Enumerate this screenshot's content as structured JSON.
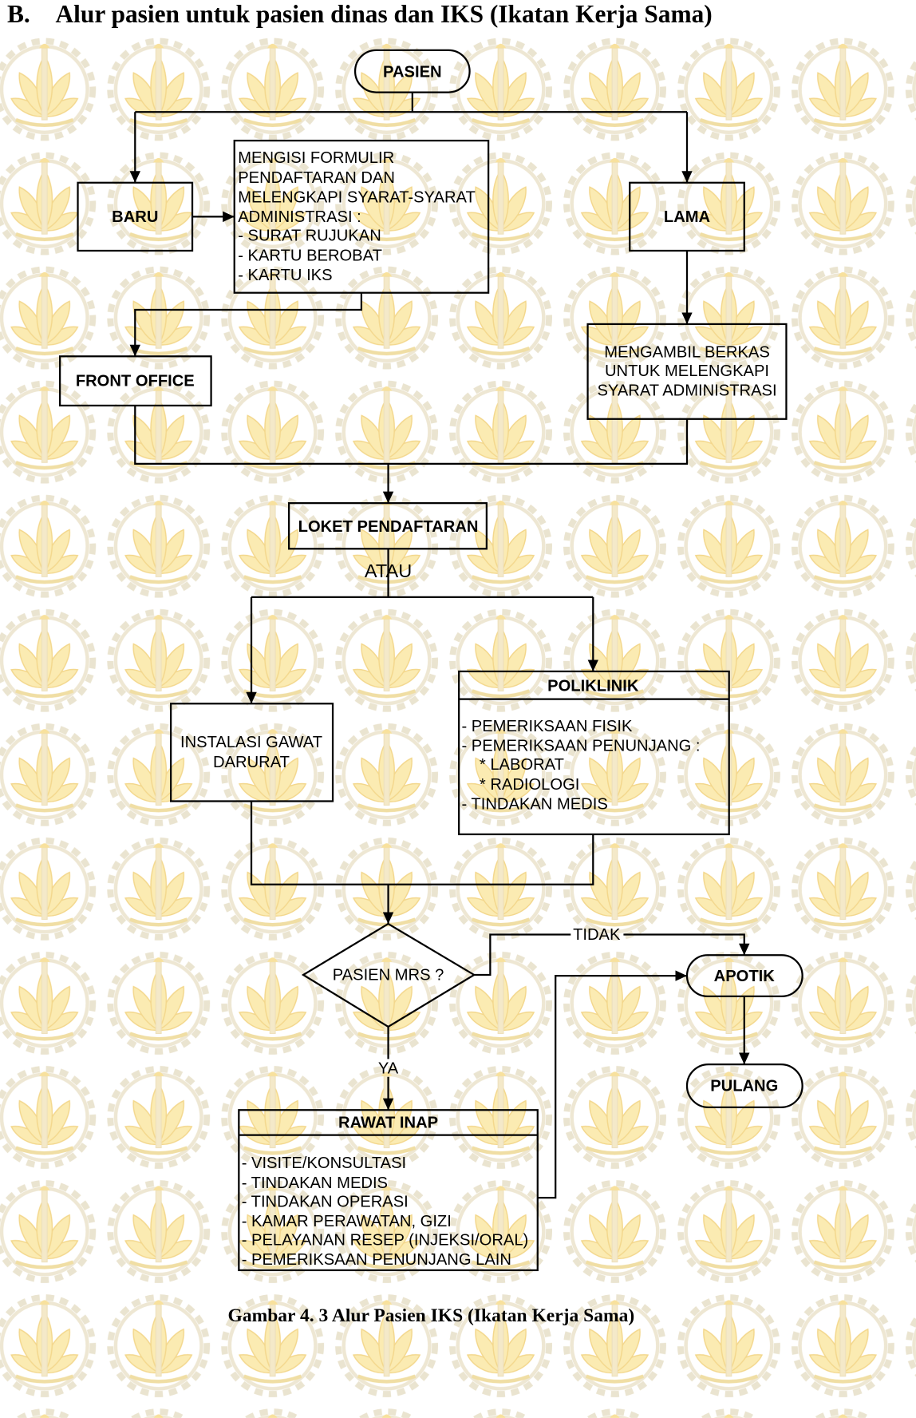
{
  "heading": {
    "number": "B.",
    "title": "Alur pasien untuk pasien dinas dan IKS (Ikatan Kerja Sama)"
  },
  "flowchart": {
    "start": "PASIEN",
    "baru": "BARU",
    "lama": "LAMA",
    "registration_form": [
      "MENGISI FORMULIR",
      "PENDAFTARAN DAN",
      "MELENGKAPI SYARAT-SYARAT",
      "ADMINISTRASI :",
      "- SURAT RUJUKAN",
      "- KARTU BEROBAT",
      "- KARTU IKS"
    ],
    "front_office": "FRONT OFFICE",
    "retrieve_files": [
      "MENGAMBIL BERKAS",
      "UNTUK MELENGKAPI",
      "SYARAT ADMINISTRASI"
    ],
    "registration_counter": "LOKET PENDAFTARAN",
    "branch_label": "ATAU",
    "emergency": [
      "INSTALASI GAWAT",
      "DARURAT"
    ],
    "polyclinic": {
      "title": "POLIKLINIK",
      "items": [
        "- PEMERIKSAAN FISIK",
        "- PEMERIKSAAN PENUNJANG :",
        "* LABORAT",
        "* RADIOLOGI",
        "- TINDAKAN MEDIS"
      ]
    },
    "decision": "PASIEN MRS ?",
    "decision_no": "TIDAK",
    "decision_yes": "YA",
    "inpatient": {
      "title": "RAWAT INAP",
      "items": [
        "- VISITE/KONSULTASI",
        "- TINDAKAN MEDIS",
        "- TINDAKAN OPERASI",
        "- KAMAR PERAWATAN, GIZI",
        "- PELAYANAN RESEP (INJEKSI/ORAL)",
        "- PEMERIKSAAN PENUNJANG LAIN"
      ]
    },
    "pharmacy": "APOTIK",
    "end": "PULANG"
  },
  "caption": "Gambar 4. 3 Alur Pasien IKS (Ikatan Kerja Sama)",
  "watermark": {
    "icon": "its-emblem",
    "color": "#fbe8a4"
  }
}
